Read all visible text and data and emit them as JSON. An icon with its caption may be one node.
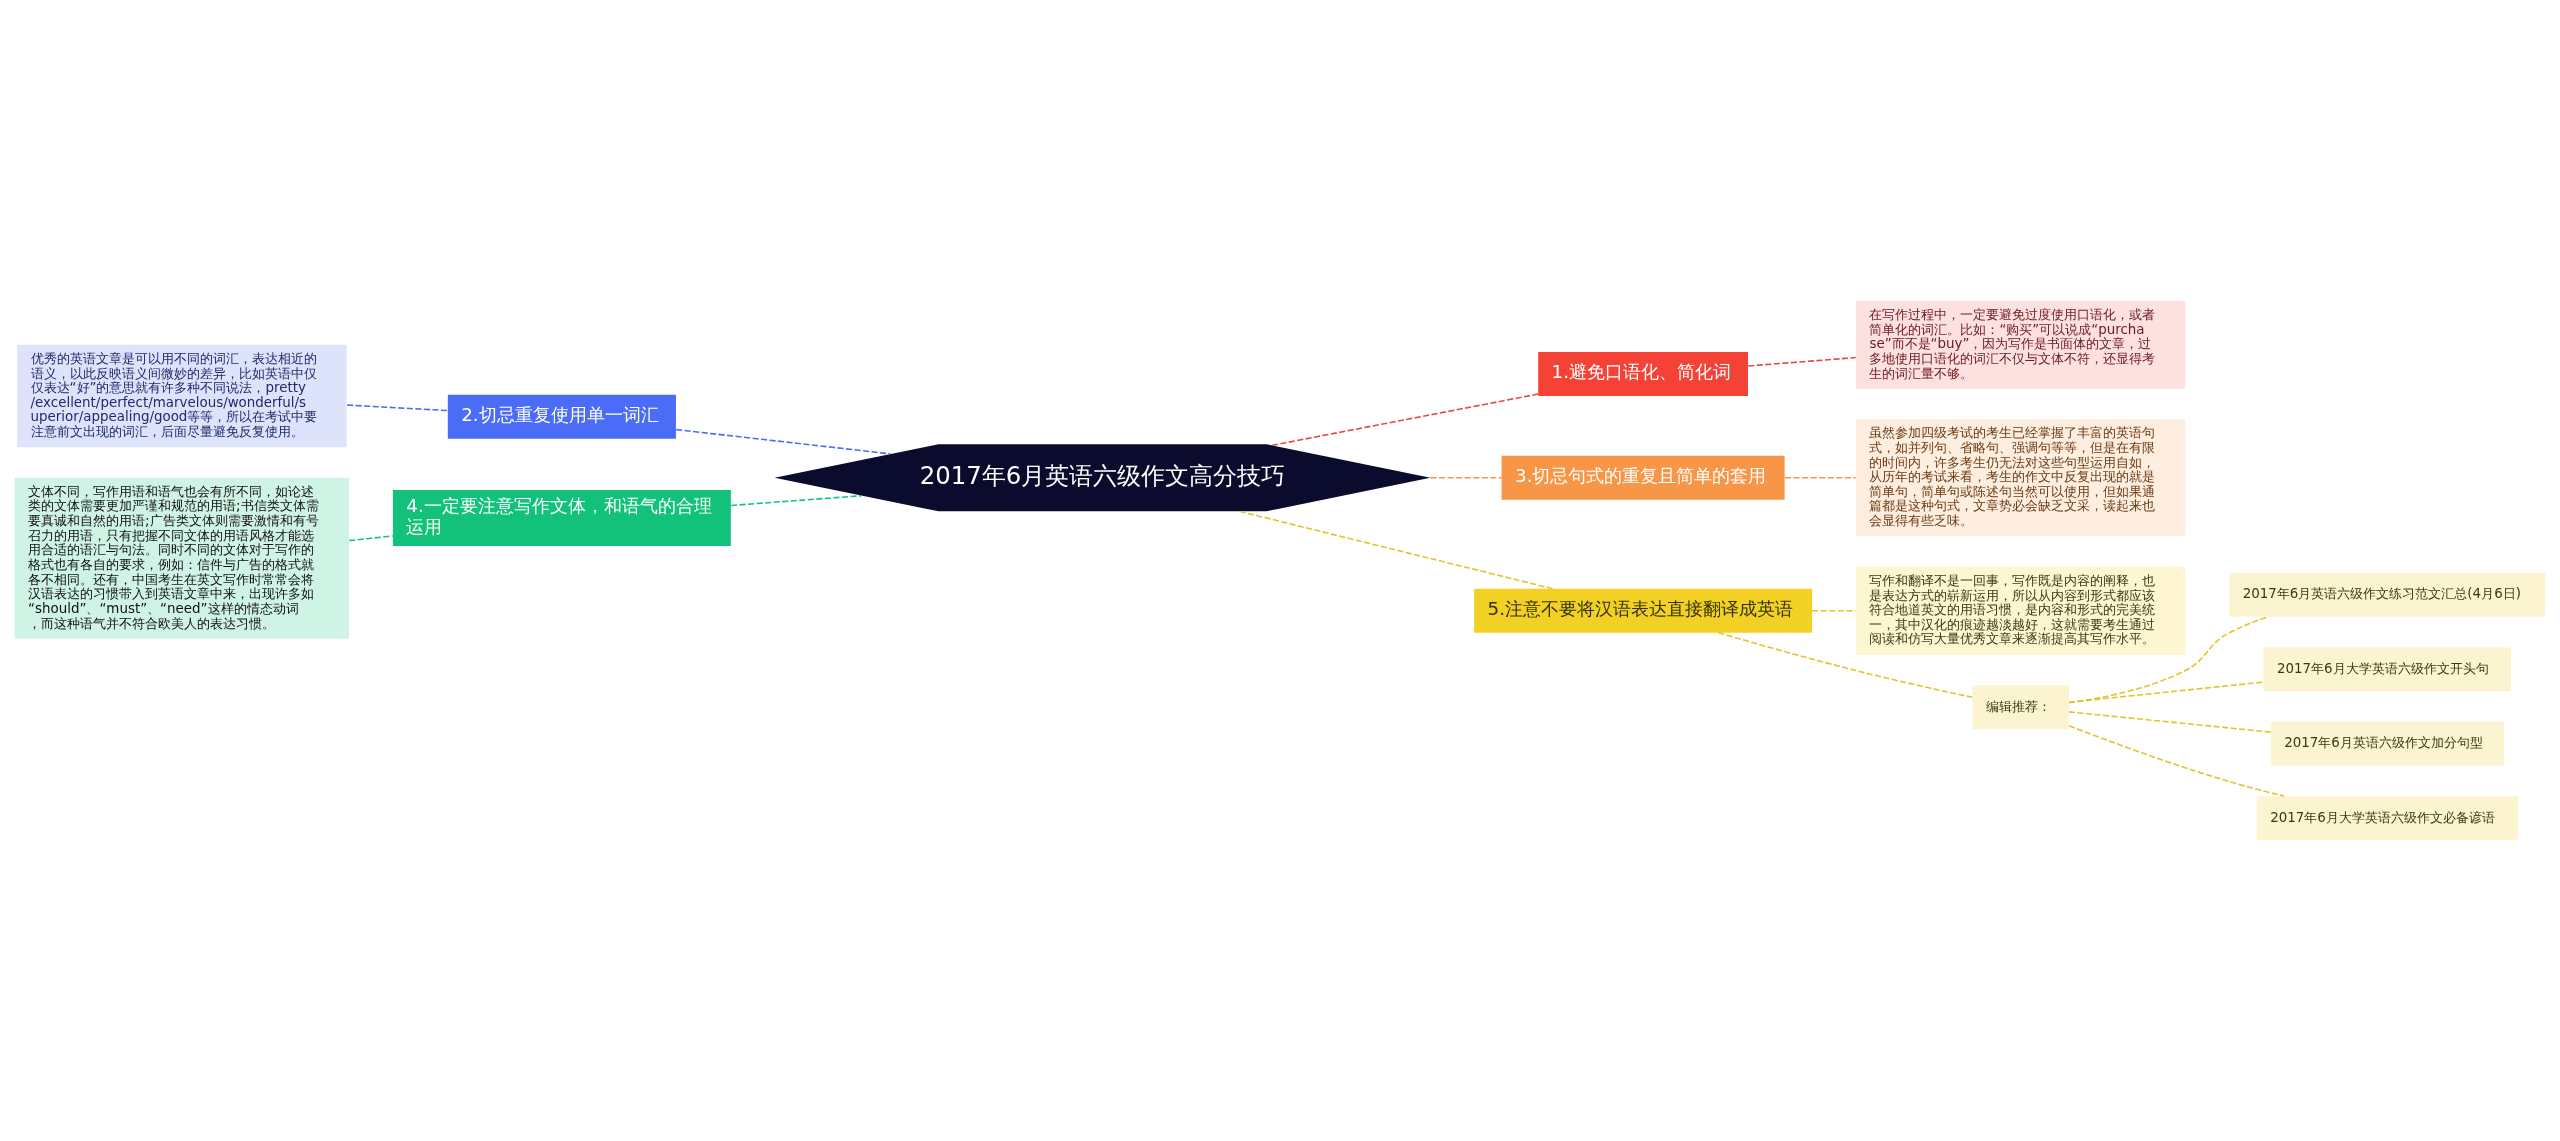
{
  "diagram": {
    "nodes": [
      {
        "text": [
          "2017年6月英语六级作文高分技巧"
        ]
      },
      {
        "text": [
          "1.避免口语化、简化词"
        ]
      },
      {
        "text": [
          "在写作过程中，一定要避免过度使用口语化，或者简单化的词汇。比如：“购买”可以说成“purchase”而不是“buy”，因为写作是书面体的文章，过多地使用口语化的词汇不仅与文体不符，还显得考生的词汇量不够。"
        ]
      },
      {
        "text": [
          "2.切忌重复使用单一词汇"
        ]
      },
      {
        "text": [
          "优秀的英语文章是可以用不同的词汇，表达相近的语义，以此反映语义间微妙的差异，比如英语中仅仅表达“好”的意思就有许多种不同说法，pretty/excellent/perfect/marvelous/wonderful/superior/appealing/good等等，所以在考试中要注意前文出现的词汇，后面尽量避免反复使用。"
        ]
      },
      {
        "text": [
          "3.切忌句式的重复且简单的套用"
        ]
      },
      {
        "text": [
          "虽然参加四级考试的考生已经掌握了丰富的英语句式，如并列句、省略句、强调句等等，但是在有限的时间内，许多考生仍无法对这些句型运用自如，从历年的考试来看，考生的作文中反复出现的就是简单句，简单句或陈述句当然可以使用，但如果通篇都是这种句式，文章势必会缺乏文采，读起来也会显得有些乏味。"
        ]
      },
      {
        "text": [
          "4.一定要注意写作文体，和语气的合理运用"
        ]
      },
      {
        "text": [
          "文体不同，写作用语和语气也会有所不同，如论述类的文体需要更加严谨和规范的用语;书信类文体需要真诚和自然的用语;广告类文体则需要激情和有号召力的用语，只有把握不同文体的用语风格才能选用合适的语汇与句法。同时不同的文体对于写作的格式也有各自的要求，例如：信件与广告的格式就各不相同。还有，中国考生在英文写作时常常会将汉语表达的习惯带入到英语文章中来，出现许多如“should”、“must”、“need”这样的情态动词，而这种语气并不符合欧美人的表达习惯。"
        ]
      },
      {
        "text": [
          "5.注意不要将汉语表达直接翻译成英语"
        ]
      },
      {
        "text": [
          "写作和翻译不是一回事，写作既是内容的阐释，也是表达方式的崭新运用，所以从内容到形式都应该符合地道英文的用语习惯，是内容和形式的完美统一，其中汉化的痕迹越淡越好，这就需要考生通过阅读和仿写大量优秀文章来逐渐提高其写作水平。"
        ]
      },
      {
        "text": [
          "编辑推荐："
        ]
      },
      {
        "text": [
          "2017年6月英语六级作文练习范文汇总(4月6日)"
        ]
      },
      {
        "text": [
          "2017年6月大学英语六级作文开头句"
        ]
      },
      {
        "text": [
          "2017年6月英语六级作文加分句型"
        ]
      },
      {
        "text": [
          "2017年6月大学英语六级作文必备谚语"
        ]
      }
    ],
    "edges": [
      {
        "from": 0,
        "to": 1,
        "arrow": "none",
        "style": "dashed",
        "color": "#e04b3c"
      },
      {
        "from": 1,
        "to": 2,
        "arrow": "none",
        "style": "dashed",
        "color": "#e04b3c"
      },
      {
        "from": 0,
        "to": 3,
        "arrow": "none",
        "style": "dashed",
        "color": "#4a6cf7"
      },
      {
        "from": 3,
        "to": 4,
        "arrow": "none",
        "style": "dashed",
        "color": "#4a6cf7"
      },
      {
        "from": 0,
        "to": 5,
        "arrow": "none",
        "style": "dashed",
        "color": "#f79646"
      },
      {
        "from": 5,
        "to": 6,
        "arrow": "none",
        "style": "dashed",
        "color": "#f79646"
      },
      {
        "from": 0,
        "to": 7,
        "arrow": "none",
        "style": "dashed",
        "color": "#12c27a"
      },
      {
        "from": 7,
        "to": 8,
        "arrow": "none",
        "style": "dashed",
        "color": "#12c27a"
      },
      {
        "from": 0,
        "to": 9,
        "arrow": "none",
        "style": "dashed",
        "color": "#e6c229"
      },
      {
        "from": 9,
        "to": 10,
        "arrow": "none",
        "style": "dashed",
        "color": "#e6c229"
      },
      {
        "from": 9,
        "to": 11,
        "arrow": "none",
        "style": "dashed",
        "color": "#e6c229"
      },
      {
        "from": 11,
        "to": 12,
        "arrow": "none",
        "style": "dashed",
        "color": "#e6c229"
      },
      {
        "from": 11,
        "to": 13,
        "arrow": "none",
        "style": "dashed",
        "color": "#e6c229"
      },
      {
        "from": 11,
        "to": 14,
        "arrow": "none",
        "style": "dashed",
        "color": "#e6c229"
      },
      {
        "from": 11,
        "to": 15,
        "arrow": "none",
        "style": "dashed",
        "color": "#e6c229"
      }
    ]
  }
}
